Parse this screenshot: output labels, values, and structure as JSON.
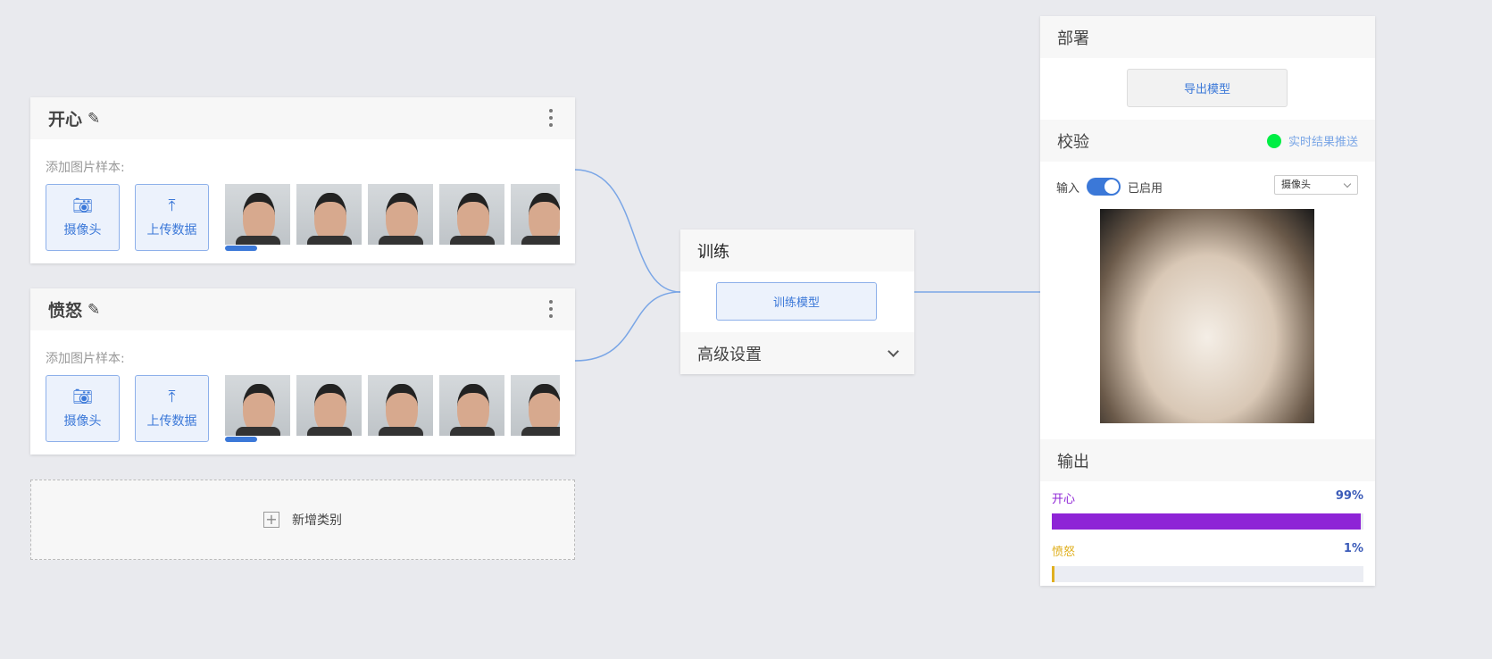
{
  "classes": [
    {
      "name": "开心",
      "sample_label": "添加图片样本:",
      "camera_label": "摄像头",
      "upload_label": "上传数据"
    },
    {
      "name": "愤怒",
      "sample_label": "添加图片样本:",
      "camera_label": "摄像头",
      "upload_label": "上传数据"
    }
  ],
  "add_class_label": "新增类别",
  "train": {
    "title": "训练",
    "button": "训练模型",
    "advanced": "高级设置"
  },
  "deploy": {
    "title": "部署",
    "export": "导出模型"
  },
  "verify": {
    "title": "校验",
    "live_label": "实时结果推送",
    "input_label": "输入",
    "toggle_state": "已启用",
    "source": "摄像头",
    "status_color": "#00ee44"
  },
  "output": {
    "title": "输出",
    "results": [
      {
        "label": "开心",
        "percent_text": "99%",
        "value": 99,
        "color": "#8e24d6"
      },
      {
        "label": "愤怒",
        "percent_text": "1%",
        "value": 1,
        "color": "#e0b020"
      }
    ]
  }
}
